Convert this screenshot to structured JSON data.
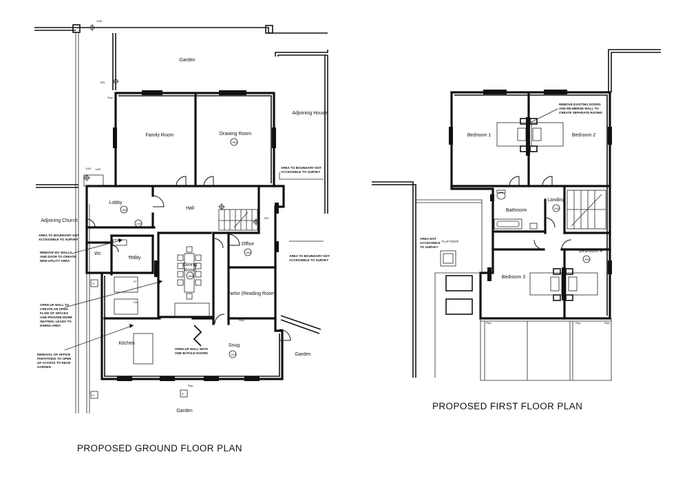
{
  "ground_floor": {
    "title": "PROPOSED GROUND FLOOR PLAN",
    "rooms": {
      "garden_top": "Garden",
      "family_room": "Family Room",
      "drawing_room": "Drawing Room",
      "adjoining_house": "Adjoining House",
      "lobby": "Lobby",
      "hall": "Hall",
      "adjoining_church": "Adjoining Church",
      "wc": "Wc",
      "utility": "Utility",
      "dining_line1": "Dining",
      "dining_line2": "Room",
      "office": "Office",
      "parlor": "Parlor (Reading Room)",
      "kitchen": "Kitchen",
      "snug": "Snug",
      "garden_right": "Garden",
      "garden_bottom": "Garden"
    },
    "notes": {
      "area_boundary_right_1": "AREA TO BOUNDARY NOT",
      "area_boundary_right_2": "ACCESSIBLE TO SURVEY",
      "area_boundary_left_1": "AREA TO BOUNDARY NOT",
      "area_boundary_left_2": "ACCESSIBLE TO SURVEY",
      "area_boundary_mid_1": "AREA TO BOUNDARY NOT",
      "area_boundary_mid_2": "ACCESSIBLE TO SURVEY",
      "remove_wc_1": "REMOVE WC WALLS",
      "remove_wc_2": "AND DOOR TO CREATE",
      "remove_wc_3": "NEW UTILITY AREA",
      "open_up_1": "OPEN UP WALL TO",
      "open_up_2": "CREATE AN OPEN",
      "open_up_3": "FLOW OF SPACES",
      "open_up_4": "AND PROVIDE MORE",
      "open_up_5": "SEATING, LEADS TO",
      "open_up_6": "DINING AREA",
      "removal_1": "REMOVAL OF OFFICE",
      "removal_2": "PARTITIONS TO OPEN",
      "removal_3": "UP ACCESS TO REAR",
      "removal_4": "GARDEN",
      "bifold_1": "OPEN UP WALL WITH",
      "bifold_2": "ONE BI-FOLD DOORS"
    },
    "tags": {
      "t1": "1105",
      "t2": "825",
      "t3": "1105",
      "t4": "1405",
      "t5": "825",
      "rwp1": "Rwp",
      "rwp2": "Rwp",
      "rwp3": "Rwp",
      "lobby_circle": "2600",
      "wc_circle": "2100",
      "drawing_circle": "2600",
      "dining_circle": "2600",
      "office_circle": "2600",
      "snug_circle": "2200",
      "ic1": "IC",
      "ic2": "IC",
      "ic3": "IC",
      "ff": "FF",
      "dw": "DW",
      "fr": "FR"
    }
  },
  "first_floor": {
    "title": "PROPOSED FIRST FLOOR PLAN",
    "rooms": {
      "bedroom1": "Bedroom 1",
      "bedroom2": "Bedroom 2",
      "bathroom": "Bathroom",
      "landing": "Landing",
      "bedroom3": "Bedroom 3",
      "bedroom4": "Bedroom 4",
      "flat_roof": "FLAT ROOF"
    },
    "notes": {
      "remove_1": "REMOVE EXISTING DOORS",
      "remove_2": "AND RE-MERGE WALL TO",
      "remove_3": "CREATE SEPARATE ROOMS",
      "area_1": "AREA NOT",
      "area_2": "ACCESSIBLE",
      "area_3": "TO SURVEY"
    },
    "tags": {
      "landing_circle": "2600",
      "bed4_circle": "2600",
      "rwp1": "Rwp",
      "rwp2": "Rwp",
      "rwp3": "Rwp"
    }
  }
}
